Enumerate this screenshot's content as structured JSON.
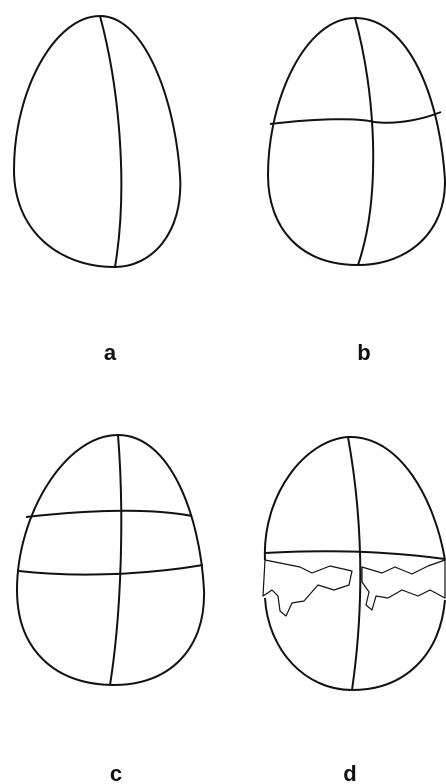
{
  "panels": [
    {
      "id": "a",
      "label": "a"
    },
    {
      "id": "b",
      "label": "b"
    },
    {
      "id": "c",
      "label": "c"
    },
    {
      "id": "d",
      "label": "d"
    }
  ],
  "colors": {
    "line": "#111111",
    "background": "#ffffff"
  }
}
